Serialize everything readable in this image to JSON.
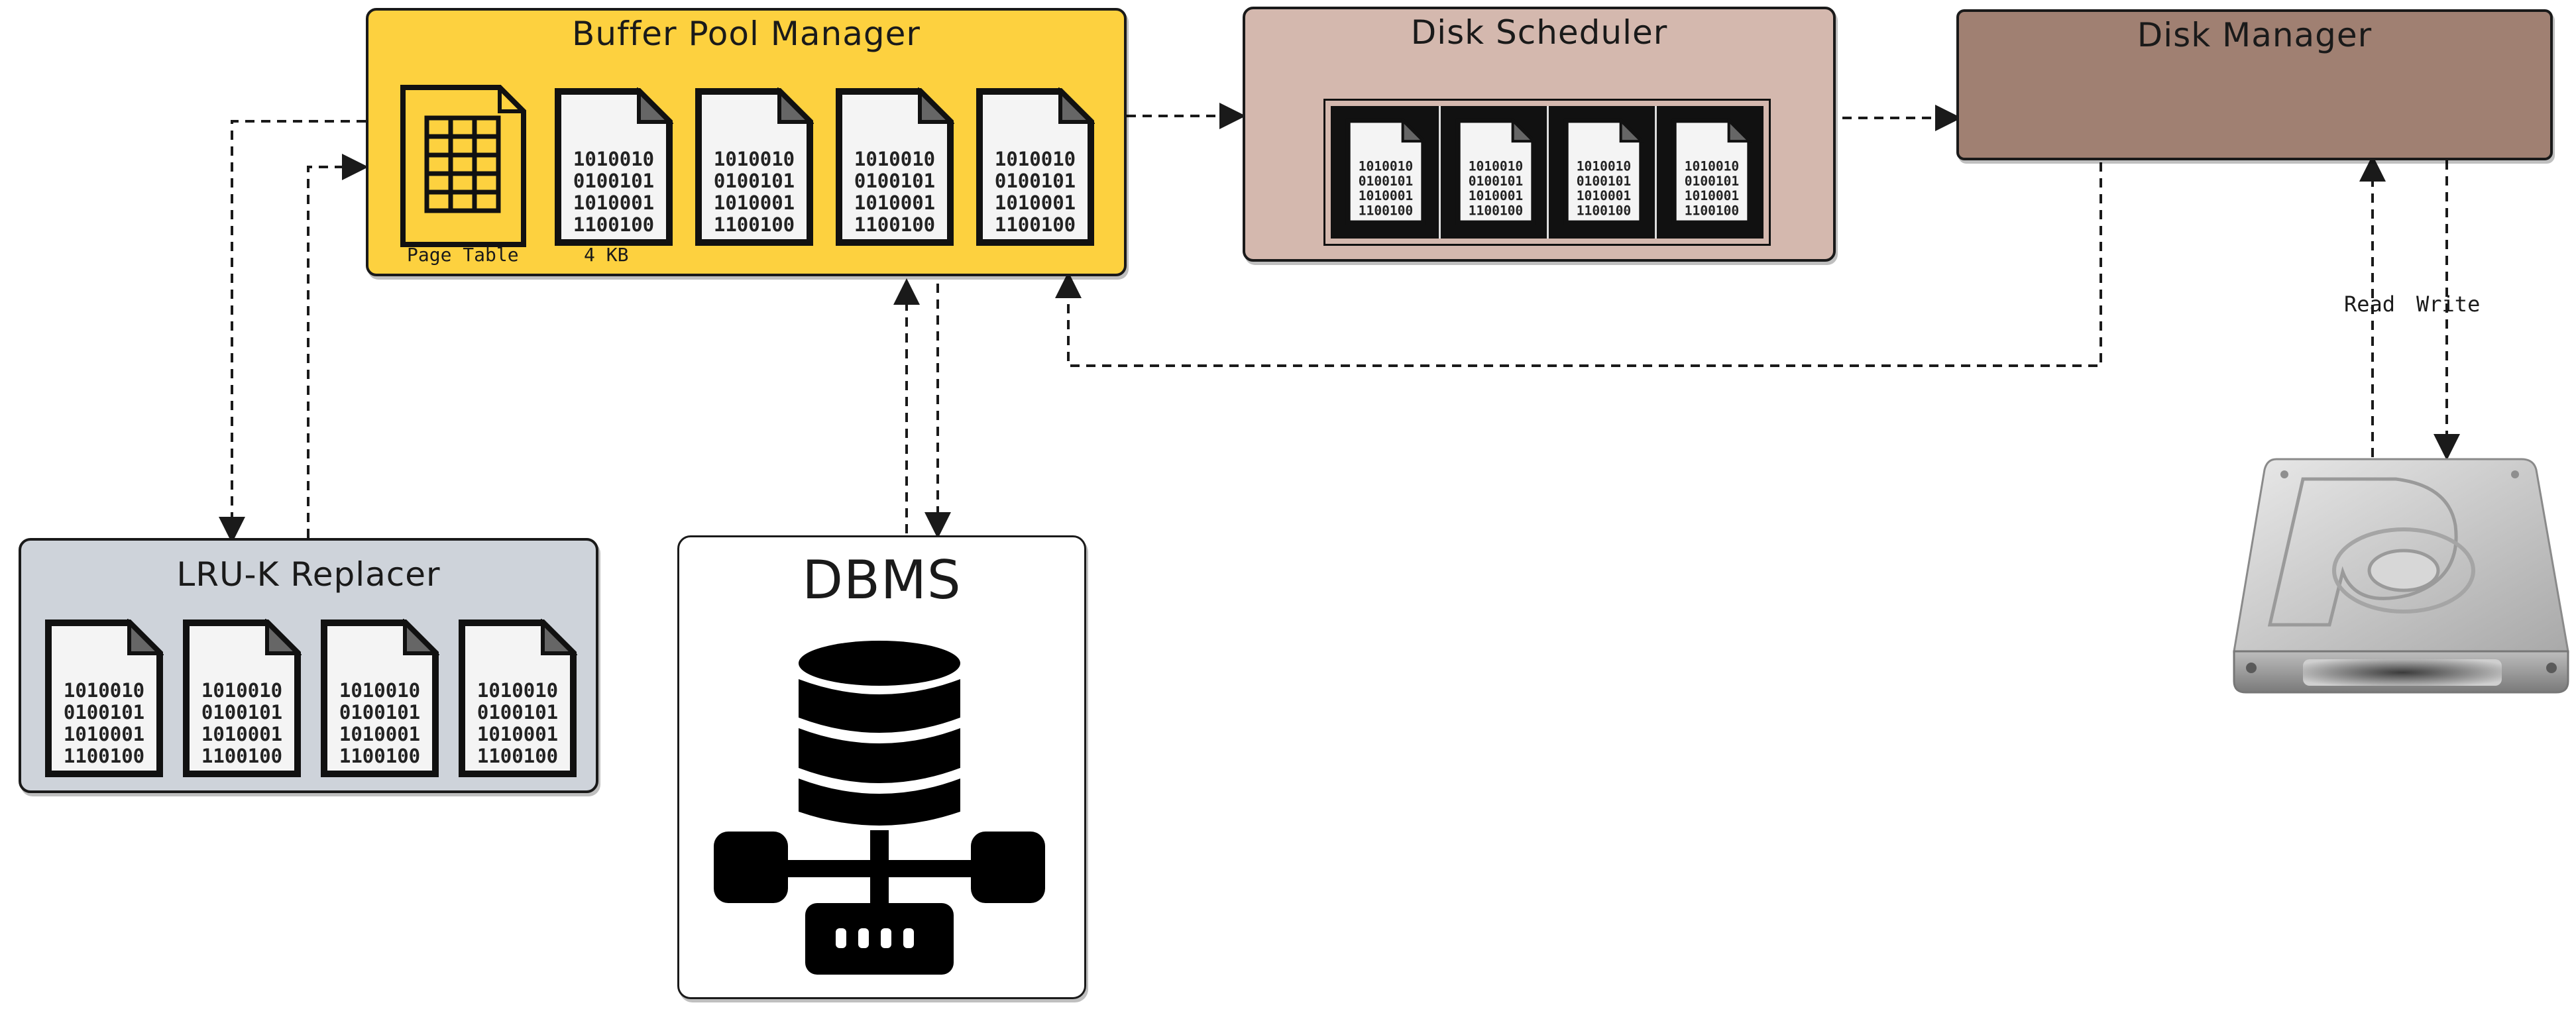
{
  "buffer_pool": {
    "title": "Buffer Pool Manager",
    "page_table_label": "Page Table",
    "page_size_label": "4 KB",
    "page_count": 4,
    "page_table_icon": "table-grid-icon"
  },
  "disk_scheduler": {
    "title": "Disk Scheduler",
    "request_count": 4
  },
  "disk_manager": {
    "title": "Disk Manager"
  },
  "replacer": {
    "title": "LRU-K Replacer",
    "page_count": 4
  },
  "dbms": {
    "title": "DBMS",
    "icon": "database-network-icon"
  },
  "disk": {
    "icon": "hard-drive-icon",
    "read_label": "Read",
    "write_label": "Write"
  },
  "page_bits": [
    "1010010",
    "0100101",
    "1010001",
    "1100100"
  ],
  "colors": {
    "buffer_pool": "#FDD13F",
    "disk_scheduler": "#D4B8AE",
    "disk_manager": "#A08072",
    "replacer": "#CED3DA",
    "dbms": "#FFFFFF",
    "outline": "#1A1A1A"
  }
}
